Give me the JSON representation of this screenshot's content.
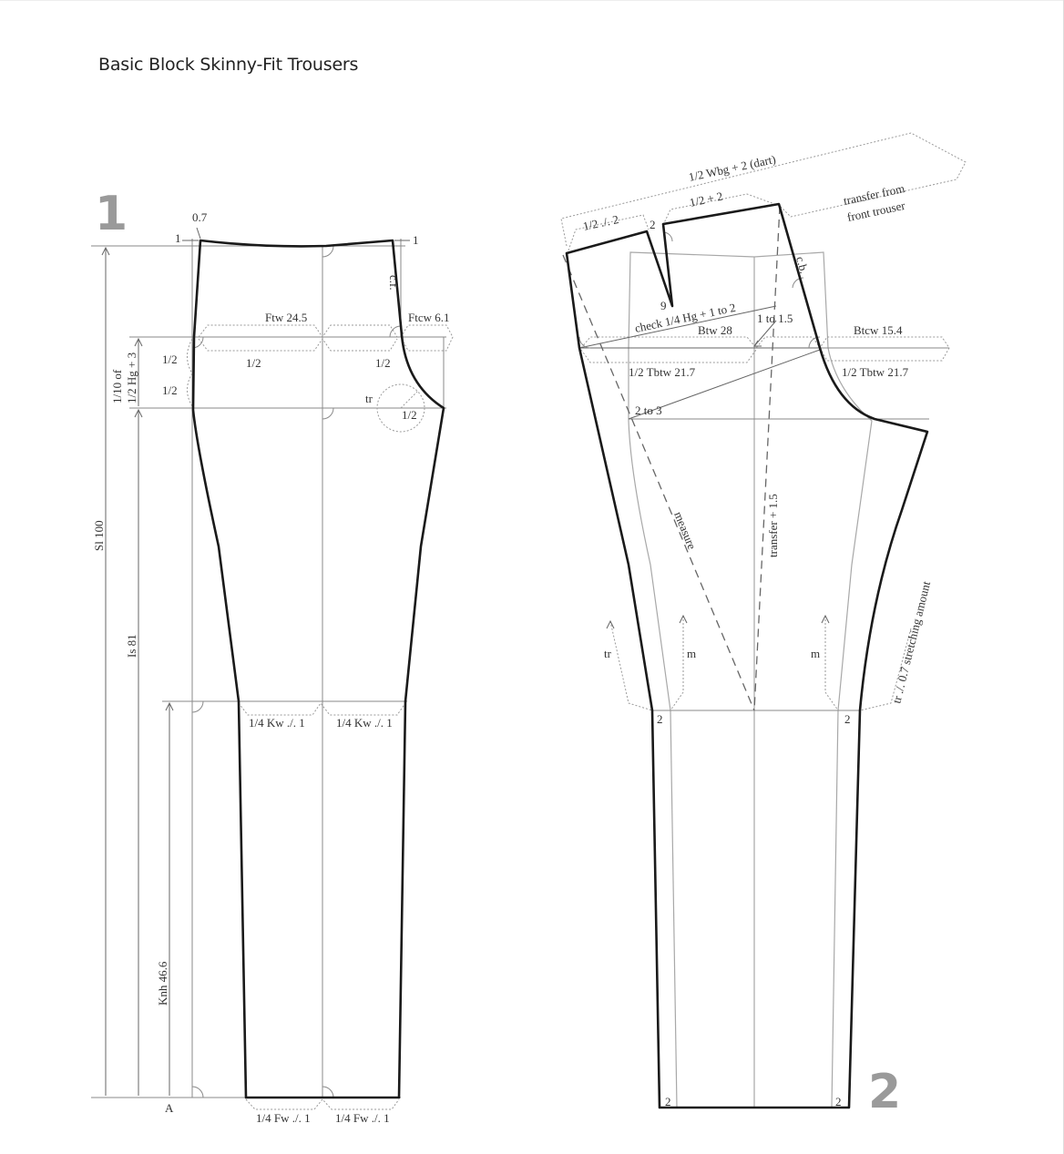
{
  "title": "Basic Block Skinny-Fit Trousers",
  "diagram1": {
    "number": "1",
    "labels": {
      "waist_offset": "0.7",
      "cf_step_left": "1",
      "cf_step_right": "1",
      "cf": "c.f.",
      "ftw": "Ftw 24.5",
      "ftcw": "Ftcw 6.1",
      "half_a": "1/2",
      "half_b": "1/2",
      "half_c": "1/2",
      "half_d": "1/2",
      "half_e": "1/2",
      "tr": "tr",
      "hip_formula_1": "1/10 of",
      "hip_formula_2": "1/2 Hg + 3",
      "sl": "Sl 100",
      "is": "Is 81",
      "knh": "Knh 46.6",
      "kw_left": "1/4 Kw ./. 1",
      "kw_right": "1/4 Kw ./. 1",
      "fw_left": "1/4 Fw ./. 1",
      "fw_right": "1/4 Fw ./. 1",
      "a": "A"
    }
  },
  "diagram2": {
    "number": "2",
    "labels": {
      "wbg": "1/2 Wbg + 2 (dart)",
      "half_plus2": "1/2 + 2",
      "half_minus2": "1/2 ./. 2",
      "two_dart": "2",
      "nine": "9",
      "transfer_from_1": "transfer from",
      "transfer_from_2": "front trouser",
      "cb": "c.b.",
      "check": "check 1/4 Hg + 1 to 2",
      "one_to_15": "1 to 1.5",
      "btw": "Btw 28",
      "btcw": "Btcw 15.4",
      "tbtw_left": "1/2 Tbtw 21.7",
      "tbtw_right": "1/2 Tbtw 21.7",
      "two_to_3": "2 to 3",
      "measure": "measure",
      "transfer_15": "transfer + 1.5",
      "stretch": "tr ./. 0.7 stretching amount",
      "tr": "tr",
      "m_left": "m",
      "m_right": "m",
      "knee_left_2": "2",
      "knee_right_2": "2",
      "hem_left_2": "2",
      "hem_right_2": "2"
    }
  }
}
